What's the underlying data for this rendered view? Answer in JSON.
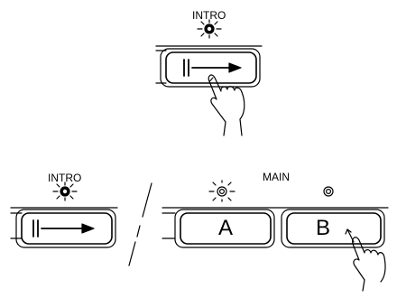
{
  "top_panel": {
    "intro_label": "INTRO",
    "intro_led": "lit"
  },
  "bottom_left": {
    "intro_label": "INTRO",
    "intro_led": "lit"
  },
  "main_section": {
    "label": "MAIN",
    "button_a_label": "A",
    "button_b_label": "B",
    "led_a": "lit",
    "led_b": "off"
  },
  "icons": [
    "start-stop-arrow-icon",
    "hand-pointer-icon",
    "led-indicator-icon"
  ],
  "colors": {
    "ink": "#000000",
    "background": "#ffffff"
  }
}
